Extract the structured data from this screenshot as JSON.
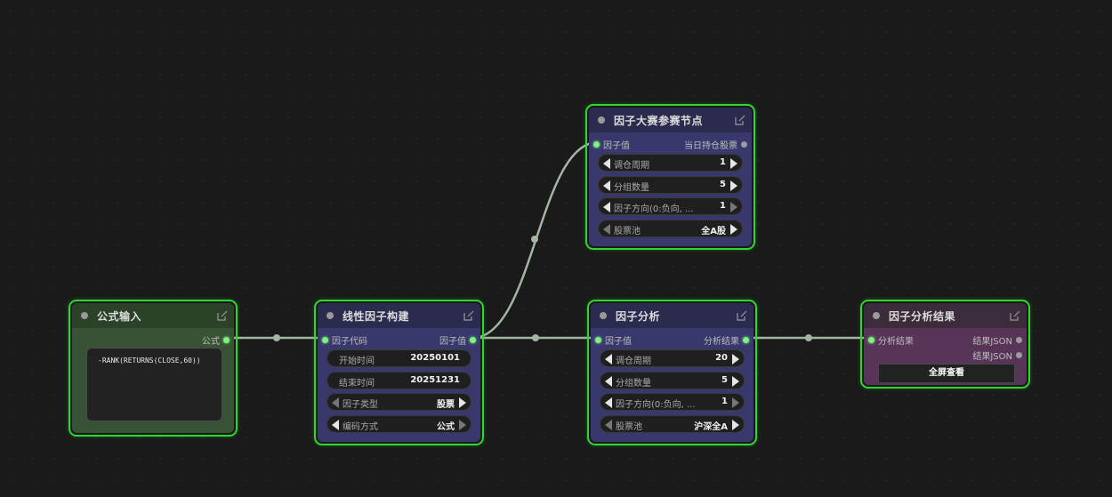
{
  "colors": {
    "canvas_bg": "#1a1a1a",
    "selection_outline": "#2fd62f",
    "link": "#a3b5a3",
    "port_connected": "#7cf27c",
    "node_green": "#375234",
    "node_blue": "#38386c",
    "node_purple": "#583558"
  },
  "nodes": {
    "formula_input": {
      "title": "公式输入",
      "output": "公式",
      "formula": "-RANK(RETURNS(CLOSE,60))"
    },
    "linear_factor": {
      "title": "线性因子构建",
      "input": "因子代码",
      "output": "因子值",
      "widgets": [
        {
          "label": "开始时间",
          "value": "20250101"
        },
        {
          "label": "结束时间",
          "value": "20251231"
        },
        {
          "label": "因子类型",
          "value": "股票"
        },
        {
          "label": "编码方式",
          "value": "公式"
        }
      ]
    },
    "contest": {
      "title": "因子大赛参赛节点",
      "input": "因子值",
      "output": "当日持仓股票",
      "widgets": [
        {
          "label": "调仓周期",
          "value": "1"
        },
        {
          "label": "分组数量",
          "value": "5"
        },
        {
          "label": "因子方向(0:负向, ...",
          "value": "1"
        },
        {
          "label": "股票池",
          "value": "全A股"
        }
      ]
    },
    "analysis": {
      "title": "因子分析",
      "input": "因子值",
      "output": "分析结果",
      "widgets": [
        {
          "label": "调仓周期",
          "value": "20"
        },
        {
          "label": "分组数量",
          "value": "5"
        },
        {
          "label": "因子方向(0:负向, ...",
          "value": "1"
        },
        {
          "label": "股票池",
          "value": "沪深全A"
        }
      ]
    },
    "result": {
      "title": "因子分析结果",
      "input": "分析结果",
      "outputs": [
        "结果JSON",
        "结果JSON"
      ],
      "button": "全屏查看"
    }
  }
}
